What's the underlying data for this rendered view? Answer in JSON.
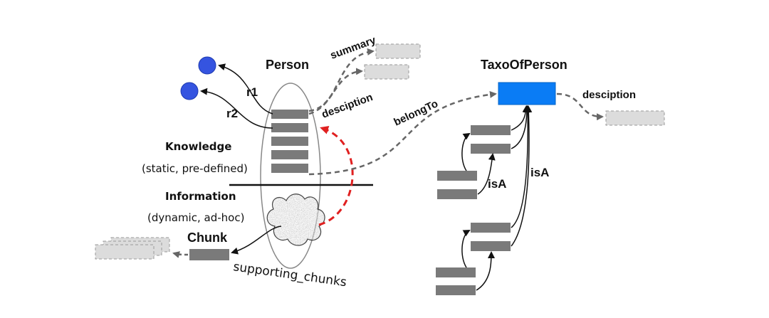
{
  "labels": {
    "person": "Person",
    "taxo": "TaxoOfPerson",
    "r1": "r1",
    "r2": "r2",
    "summary": "summary",
    "desciption_person": "desciption",
    "desciption_taxo": "desciption",
    "belongTo": "belongTo",
    "knowledge": "Knowledge",
    "knowledge_note": "(static, pre-defined)",
    "information": "Information",
    "information_note": "(dynamic, ad-hoc)",
    "chunk": "Chunk",
    "supporting_chunks": "supporting_chunks",
    "isA_left": "isA",
    "isA_right": "isA"
  },
  "colors": {
    "entity_node": "#3554e0",
    "taxo_box": "#0a7cf5",
    "property_bar": "#7a7a7a",
    "dashed_box_fill": "#dcdcdc",
    "dashed_box_stroke": "#9a9a9a",
    "red_arrow": "#e02020"
  }
}
